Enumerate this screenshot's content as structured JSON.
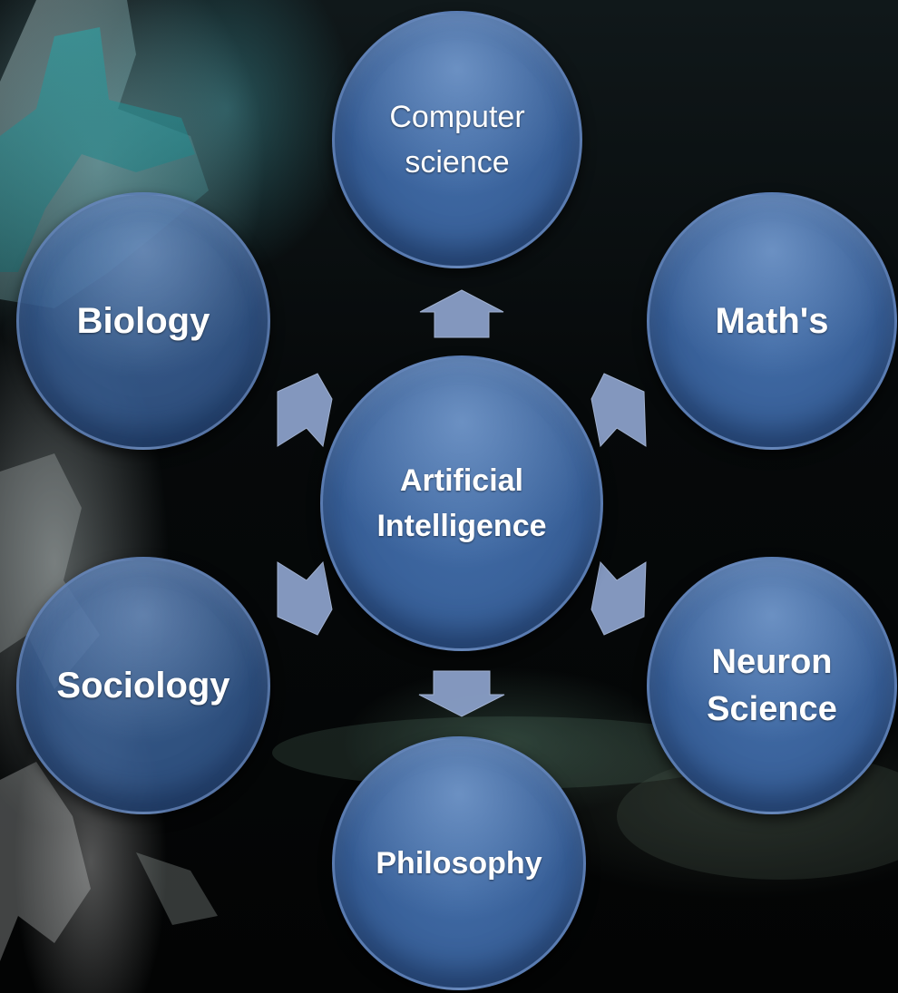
{
  "diagram": {
    "center": {
      "line1": "Artificial",
      "line2": "Intelligence"
    },
    "nodes": {
      "computer_science": {
        "line1": "Computer",
        "line2": "science"
      },
      "biology": {
        "label": "Biology"
      },
      "maths": {
        "label": "Math's"
      },
      "sociology": {
        "label": "Sociology"
      },
      "neuron_science": {
        "line1": "Neuron",
        "line2": "Science"
      },
      "philosophy": {
        "label": "Philosophy"
      }
    }
  },
  "colors": {
    "node_fill": "#3a639c",
    "arrow_fill": "#8a9fc8",
    "text": "#ffffff"
  }
}
